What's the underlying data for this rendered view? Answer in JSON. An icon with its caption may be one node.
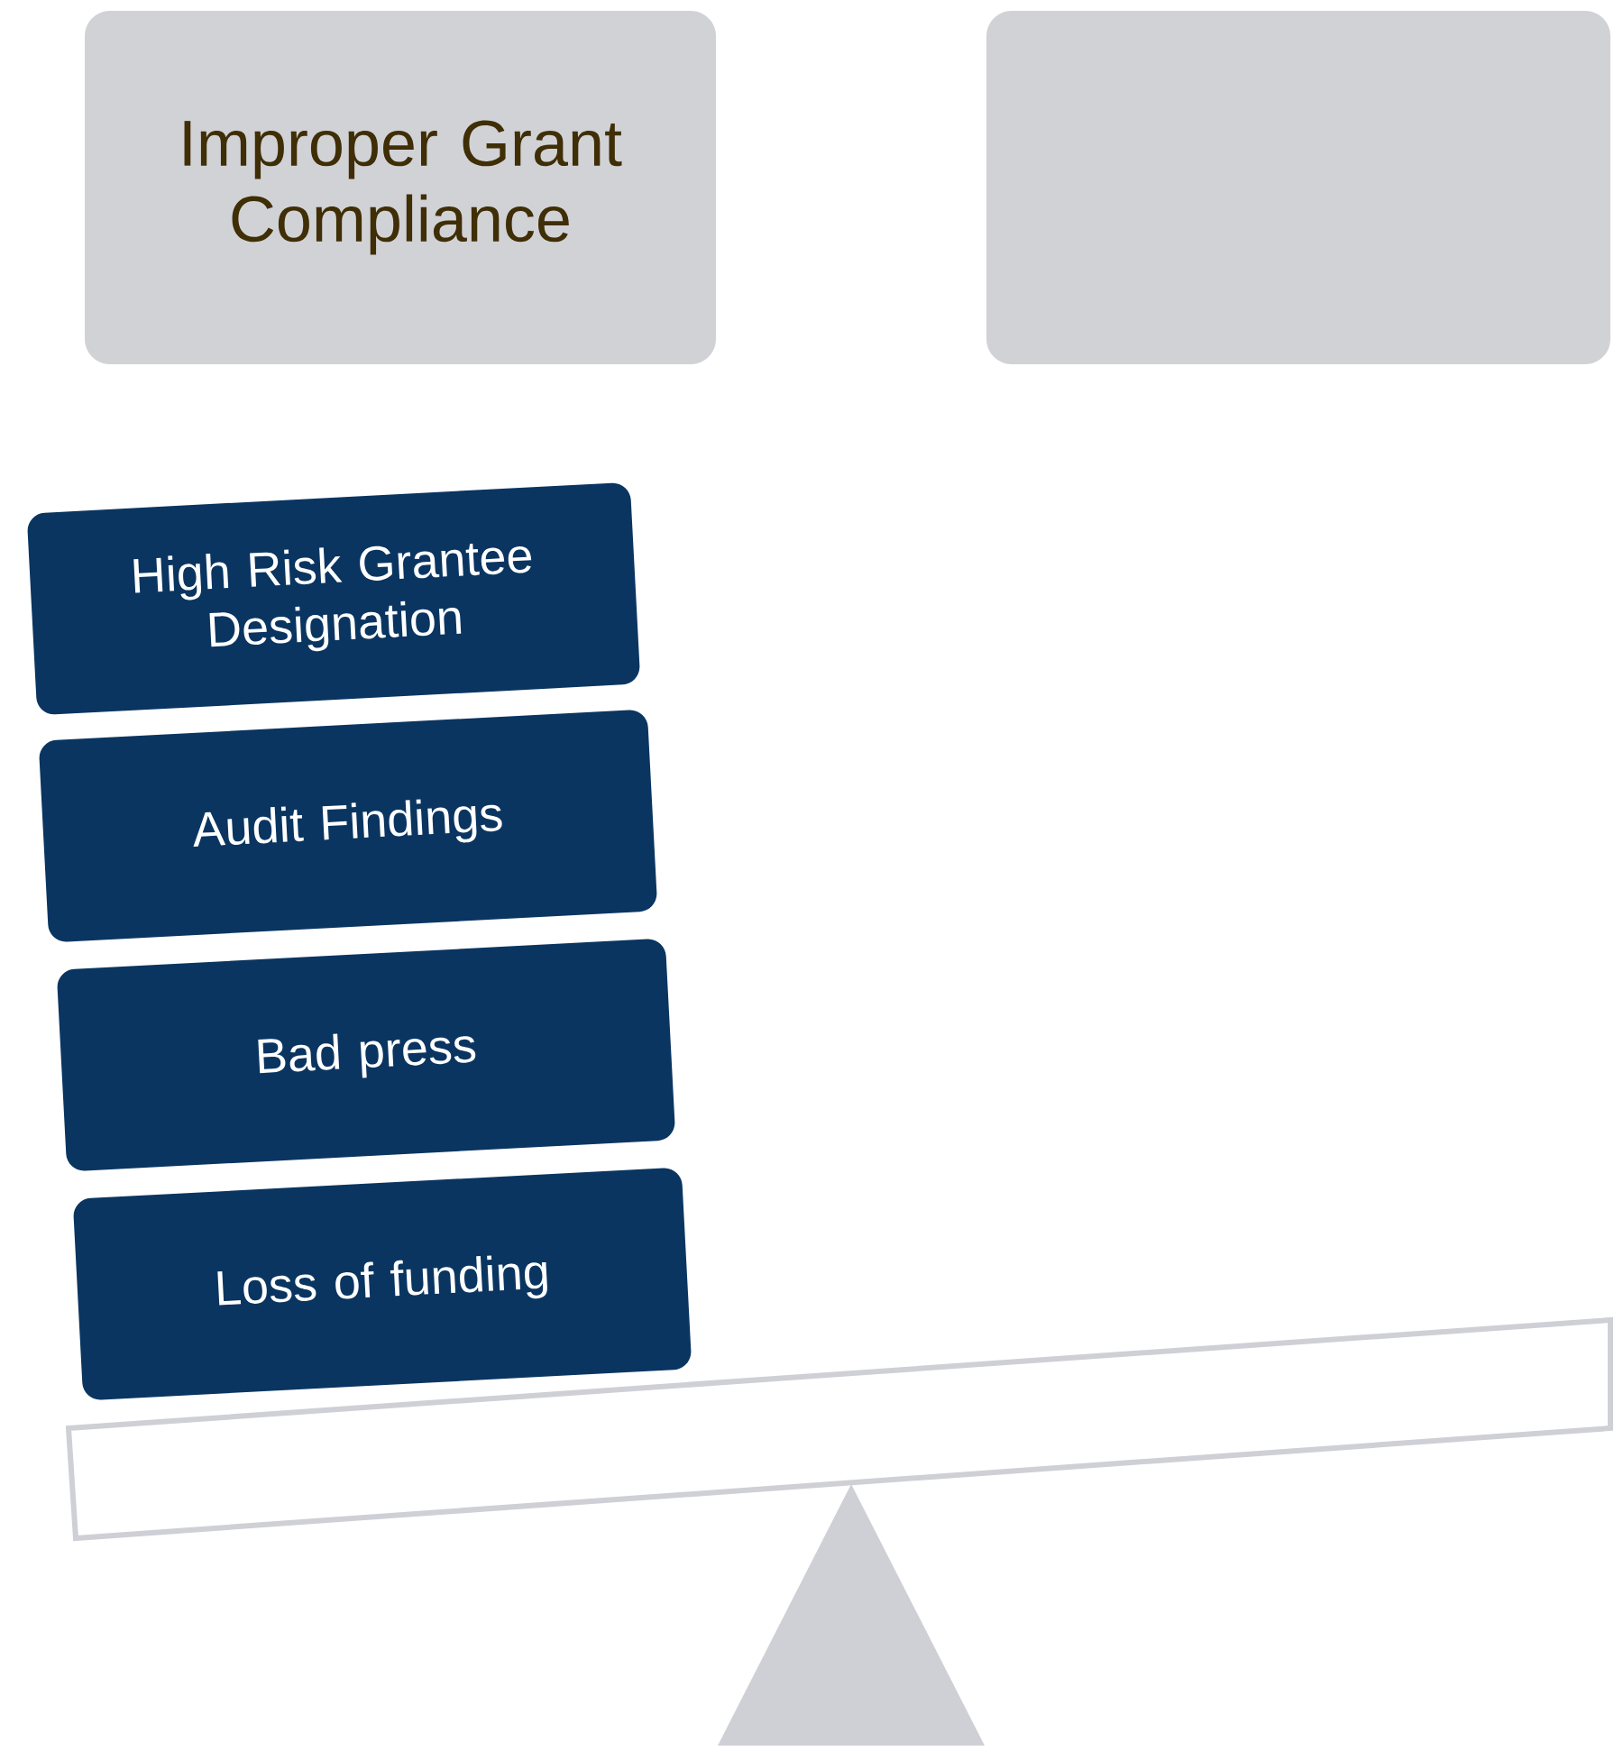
{
  "diagram": {
    "nodes": [
      {
        "text": [
          "Improper Grant Compliance"
        ]
      },
      {
        "text": [],
        "shape": "box"
      },
      {
        "text": [
          "High Risk Grantee Designation"
        ]
      },
      {
        "text": [
          "Audit Findings"
        ]
      },
      {
        "text": [
          "Bad press"
        ]
      },
      {
        "text": [
          "Loss of funding"
        ]
      }
    ]
  }
}
